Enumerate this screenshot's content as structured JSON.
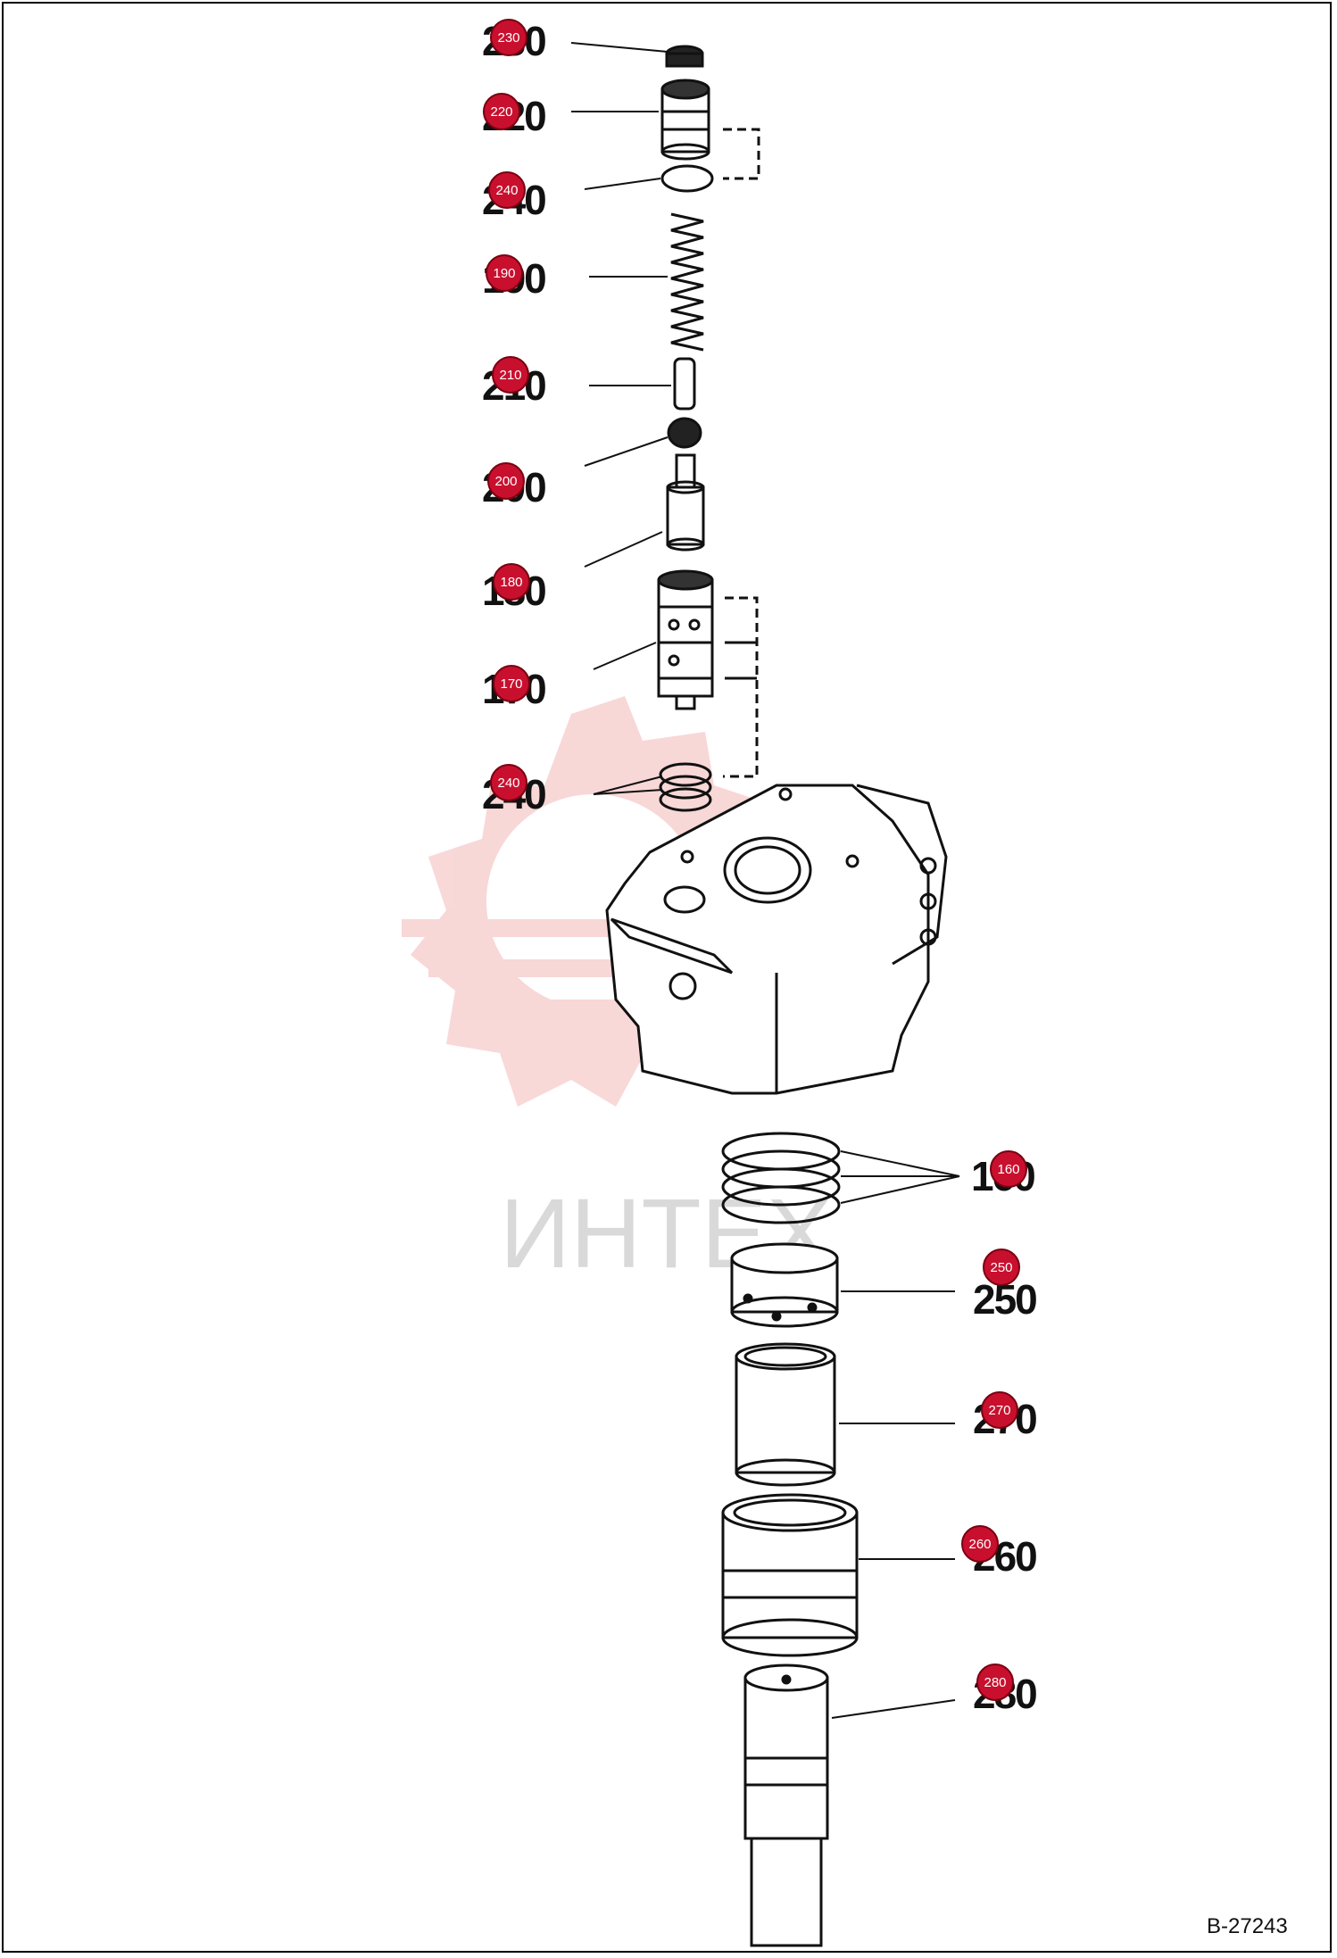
{
  "drawing_code": "B-27243",
  "watermark": "ИНТЕХ",
  "callout_color": "#c8102e",
  "parts": [
    {
      "id": "p230",
      "label": "230",
      "badge": "230"
    },
    {
      "id": "p220",
      "label": "220",
      "badge": "220"
    },
    {
      "id": "p240a",
      "label": "240",
      "badge": "240"
    },
    {
      "id": "p190",
      "label": "190",
      "badge": "190"
    },
    {
      "id": "p210",
      "label": "210",
      "badge": "210"
    },
    {
      "id": "p200",
      "label": "200",
      "badge": "200"
    },
    {
      "id": "p180",
      "label": "180",
      "badge": "180"
    },
    {
      "id": "p170",
      "label": "170",
      "badge": "170"
    },
    {
      "id": "p240b",
      "label": "240",
      "badge": "240"
    },
    {
      "id": "p160",
      "label": "160",
      "badge": "160"
    },
    {
      "id": "p250",
      "label": "250",
      "badge": "250"
    },
    {
      "id": "p270",
      "label": "270",
      "badge": "270"
    },
    {
      "id": "p260",
      "label": "260",
      "badge": "260"
    },
    {
      "id": "p280",
      "label": "280",
      "badge": "280"
    }
  ]
}
